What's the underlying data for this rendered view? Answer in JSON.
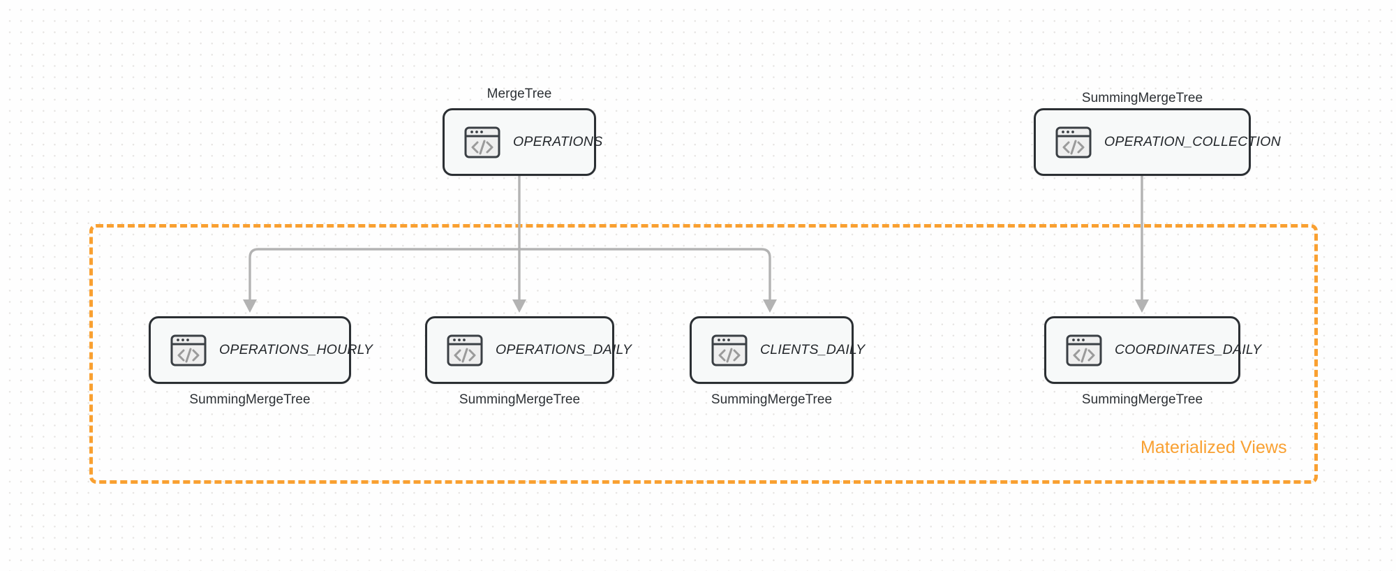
{
  "diagram": {
    "title_hidden": "",
    "background": "#fefefe",
    "accent_color": "#f9a031",
    "node_border_color": "#2b2f33",
    "node_fill_color": "#f7f9f9",
    "edge_color": "#b3b3b3"
  },
  "group": {
    "label": "Materialized Views",
    "style": "dashed",
    "color": "#f9a031"
  },
  "nodes": [
    {
      "id": "operations",
      "title": "OPERATIONS",
      "engine": "MergeTree",
      "engine_position": "above",
      "icon": "code-window-icon"
    },
    {
      "id": "operation_collection",
      "title": "OPERATION_COLLECTION",
      "engine": "SummingMergeTree",
      "engine_position": "above",
      "icon": "code-window-icon"
    },
    {
      "id": "operations_hourly",
      "title": "OPERATIONS_HOURLY",
      "engine": "SummingMergeTree",
      "engine_position": "below",
      "icon": "code-window-icon"
    },
    {
      "id": "operations_daily",
      "title": "OPERATIONS_DAILY",
      "engine": "SummingMergeTree",
      "engine_position": "below",
      "icon": "code-window-icon"
    },
    {
      "id": "clients_daily",
      "title": "CLIENTS_DAILY",
      "engine": "SummingMergeTree",
      "engine_position": "below",
      "icon": "code-window-icon"
    },
    {
      "id": "coordinates_daily",
      "title": "COORDINATES_DAILY",
      "engine": "SummingMergeTree",
      "engine_position": "below",
      "icon": "code-window-icon"
    }
  ],
  "edges": [
    {
      "from": "operations",
      "to": "operations_hourly"
    },
    {
      "from": "operations",
      "to": "operations_daily"
    },
    {
      "from": "operations",
      "to": "clients_daily"
    },
    {
      "from": "operation_collection",
      "to": "coordinates_daily"
    }
  ]
}
